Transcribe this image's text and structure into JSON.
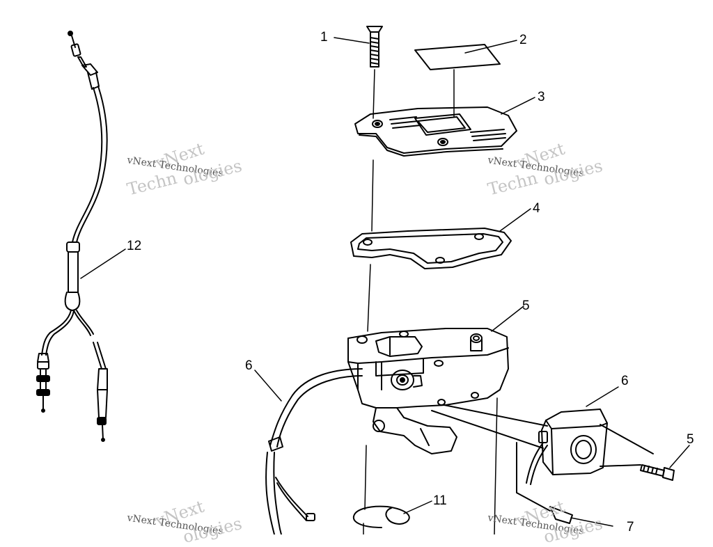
{
  "callouts": [
    {
      "id": "1",
      "label": "1"
    },
    {
      "id": "2",
      "label": "2"
    },
    {
      "id": "3",
      "label": "3"
    },
    {
      "id": "4",
      "label": "4"
    },
    {
      "id": "5a",
      "label": "5"
    },
    {
      "id": "5b",
      "label": "5"
    },
    {
      "id": "6a",
      "label": "6"
    },
    {
      "id": "6b",
      "label": "6"
    },
    {
      "id": "7",
      "label": "7"
    },
    {
      "id": "11",
      "label": "11"
    },
    {
      "id": "12",
      "label": "12"
    }
  ],
  "watermark": {
    "line": "vNext Technologies",
    "word_v": "vNext",
    "word_t": "Techn",
    "word_o": "ologies"
  },
  "colors": {
    "line": "#000000",
    "watermark": "#c4c4c4"
  }
}
